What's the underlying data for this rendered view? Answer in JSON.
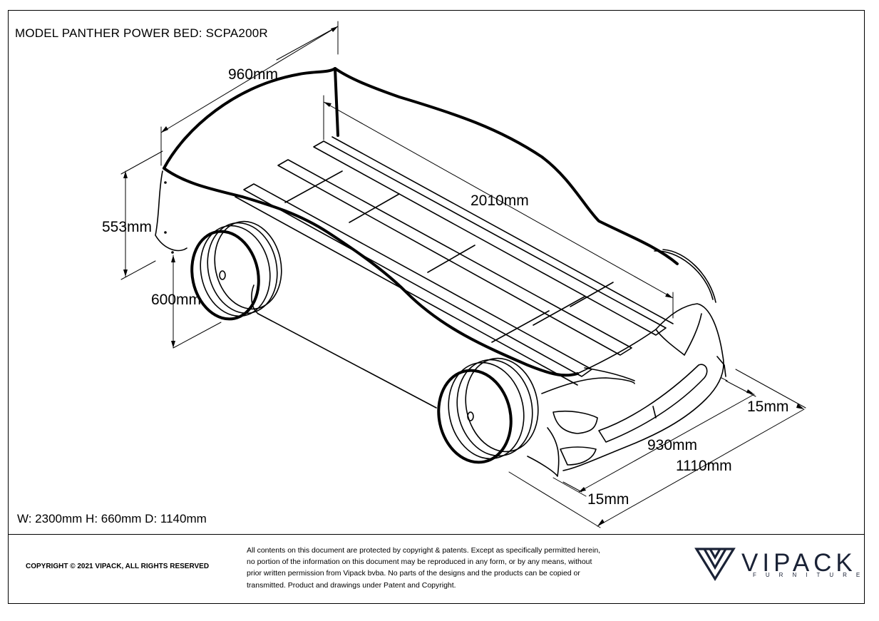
{
  "title": "MODEL PANTHER POWER BED: SCPA200R",
  "overall_dimensions": "W: 2300mm H: 660mm D: 1140mm",
  "dimension_labels": {
    "top_width": "960mm",
    "side_height": "553mm",
    "wheel_height": "600mm",
    "inner_length": "2010mm",
    "front_offset": "15mm",
    "inner_width": "930mm",
    "outer_width": "1110mm",
    "rear_offset": "15mm"
  },
  "footer": {
    "copyright": "COPYRIGHT © 2021 VIPACK, ALL RIGHTS RESERVED",
    "legal_lines": [
      "All contents on this document are protected by copyright & patents. Except as specifically permitted herein,",
      "no portion of the information on this document may be reproduced in any form, or by any means, without",
      "prior written permission from Vipack bvba. No parts of the designs and the products can be copied or",
      "transmitted. Product and drawings under Patent and Copyright."
    ],
    "brand": "VIPACK",
    "brand_sub": "FURNITURE"
  },
  "colors": {
    "line": "#000000",
    "brand": "#1a2236"
  }
}
